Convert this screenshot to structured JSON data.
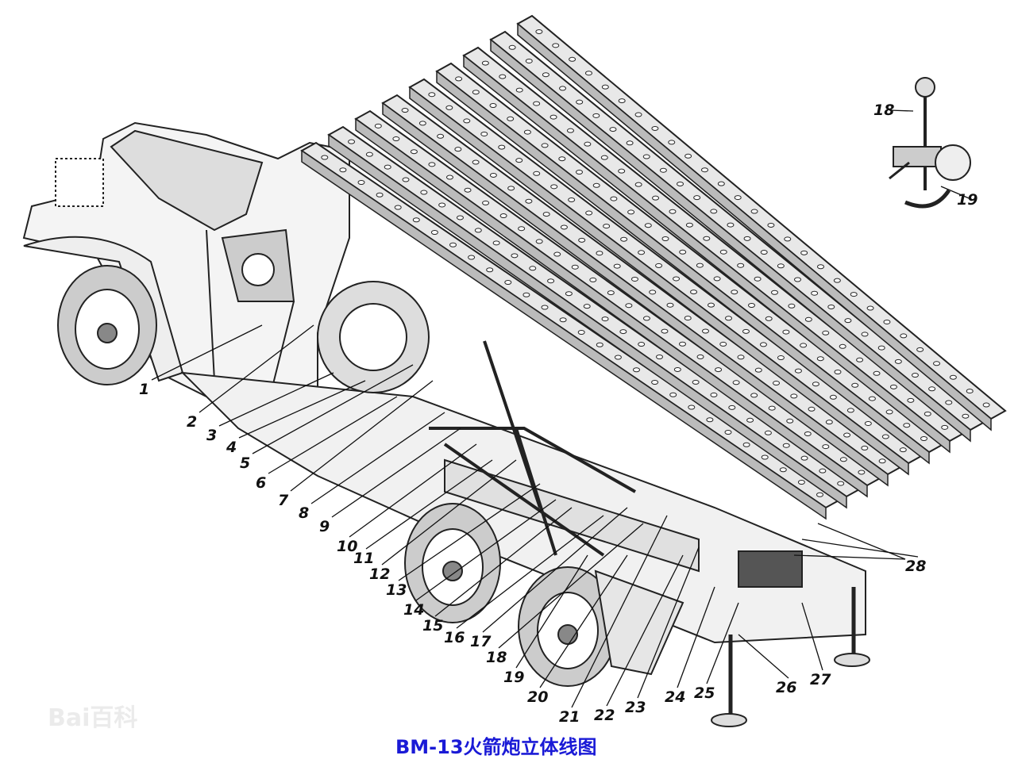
{
  "caption": "BM-13火箭炮立体线图",
  "watermark": "Bai百科",
  "caption_color": "#1a1ad6",
  "callouts": [
    "1",
    "2",
    "3",
    "4",
    "5",
    "6",
    "7",
    "8",
    "9",
    "10",
    "11",
    "12",
    "13",
    "14",
    "15",
    "16",
    "17",
    "18",
    "19",
    "20",
    "21",
    "22",
    "23",
    "24",
    "25",
    "26",
    "27",
    "28"
  ],
  "inset_callouts": [
    "18",
    "19"
  ]
}
